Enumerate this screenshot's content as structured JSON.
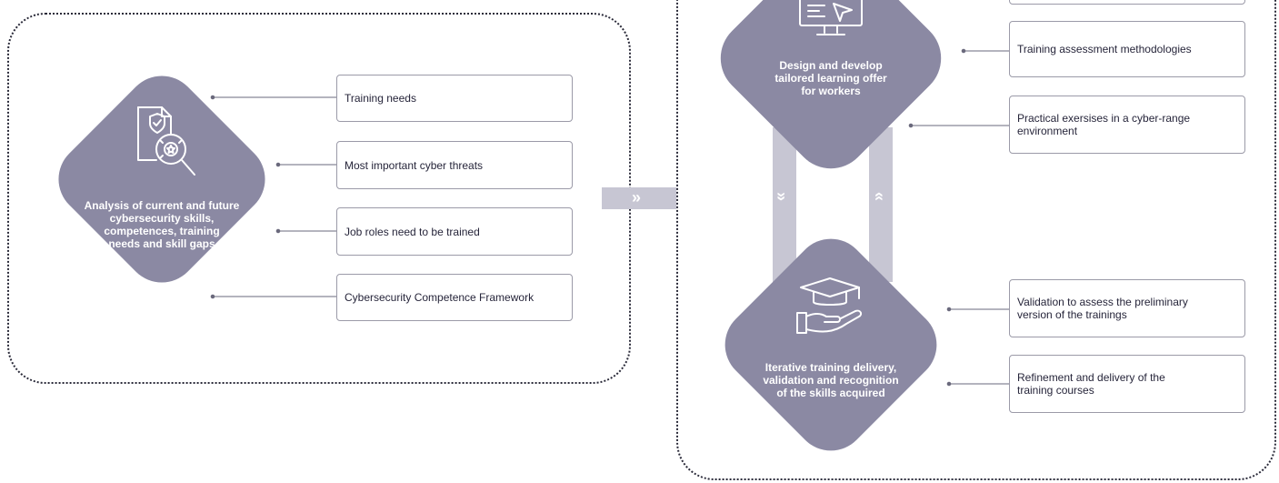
{
  "colors": {
    "diamond": "#8b89a3",
    "connector": "#c7c6d3",
    "line": "#6a697c",
    "box_border": "#9b9aa8",
    "text": "#26253a"
  },
  "left": {
    "title": "Analysis of current and future\ncybersecurity skills,\ncompetences, training\nneeds and skill gaps",
    "icon": "document-shield-search-icon",
    "items": [
      "Training needs",
      "Most important cyber threats",
      "Job roles need to be trained",
      "Cybersecurity Competence Framework"
    ]
  },
  "right_top": {
    "title": "Design and develop\ntailored learning offer\nfor workers",
    "icon": "monitor-cursor-icon",
    "items": [
      "",
      "Training assessment methodologies",
      "Practical exersises in a cyber-range\nenvironment"
    ]
  },
  "right_bottom": {
    "title": "Iterative training delivery,\nvalidation and recognition\nof the skills acquired",
    "icon": "graduation-cap-hand-icon",
    "items": [
      "Validation to assess the preliminary\nversion of the trainings",
      "Refinement and delivery of the\ntraining courses"
    ]
  },
  "arrows": {
    "forward": "»",
    "down": "»",
    "up": "»"
  }
}
